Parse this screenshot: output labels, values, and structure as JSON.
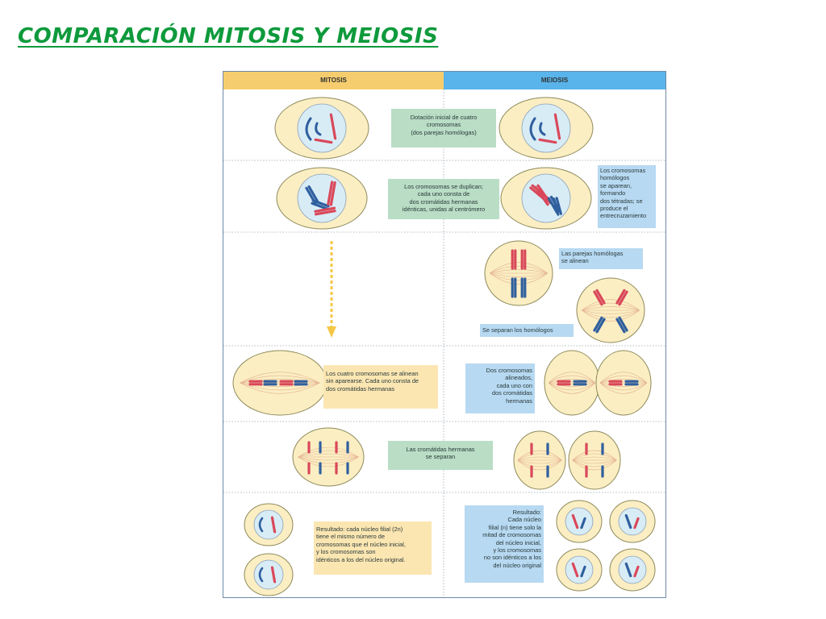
{
  "title": "COMPARACIÓN MITOSIS Y MEIOSIS",
  "columns": {
    "mitosis": "MITOSIS",
    "meiosis": "MEIOSIS"
  },
  "colors": {
    "title": "#0e9a3c",
    "mitosis_header": "#f6cd6e",
    "meiosis_header": "#58b4ea",
    "label_green": "#b9ddc5",
    "label_blue": "#b7d9f2",
    "label_yellow": "#fbe6b2",
    "chromosome_red": "#d9485a",
    "chromosome_blue": "#2f5f9e",
    "cell_fill": "#fbeec3"
  },
  "labels": {
    "dotacion": [
      "Dotación inicial de cuatro",
      "cromosomas",
      "(dos parejas homólogas)"
    ],
    "duplican": [
      "Los cromosomas se duplican;",
      "cada uno consta de",
      "dos cromátidas hermanas",
      "idénticas, unidas al centrómero"
    ],
    "aparean": [
      "Los cromosomas",
      "homólogos",
      "se aparean,",
      "formando",
      "dos tétradas; se",
      "produce el",
      "entrecruzamiento"
    ],
    "alinean_parejas": [
      "Las parejas homólogas",
      "se alinean"
    ],
    "separan_homologos": [
      "Se separan los homólogos"
    ],
    "alinean_mitosis": [
      "Los cuatro cromosomas se alinean",
      "sin aparearse. Cada uno consta de",
      "dos cromátidas hermanas"
    ],
    "alinean_meiosis": [
      "Dos cromosomas",
      "alineados,",
      "cada uno con",
      "dos cromátidas",
      "hermanas"
    ],
    "cromatidas_separan": [
      "Las cromátidas hermanas",
      "se separan"
    ],
    "resultado_mitosis": [
      "Resultado: cada núcleo filial (2n)",
      "tiene el mismo número de",
      "cromosomas que el núcleo inicial,",
      "y  los cromosomas son",
      "idénticos a los del núcleo original."
    ],
    "resultado_meiosis": [
      "Resultado:",
      "Cada núcleo",
      "filial (n) tiene solo la",
      "mitad de cromosomas",
      "del núcleo inicial,",
      "y los cromosomas",
      "no son idénticos a los",
      "del núcleo original"
    ]
  }
}
